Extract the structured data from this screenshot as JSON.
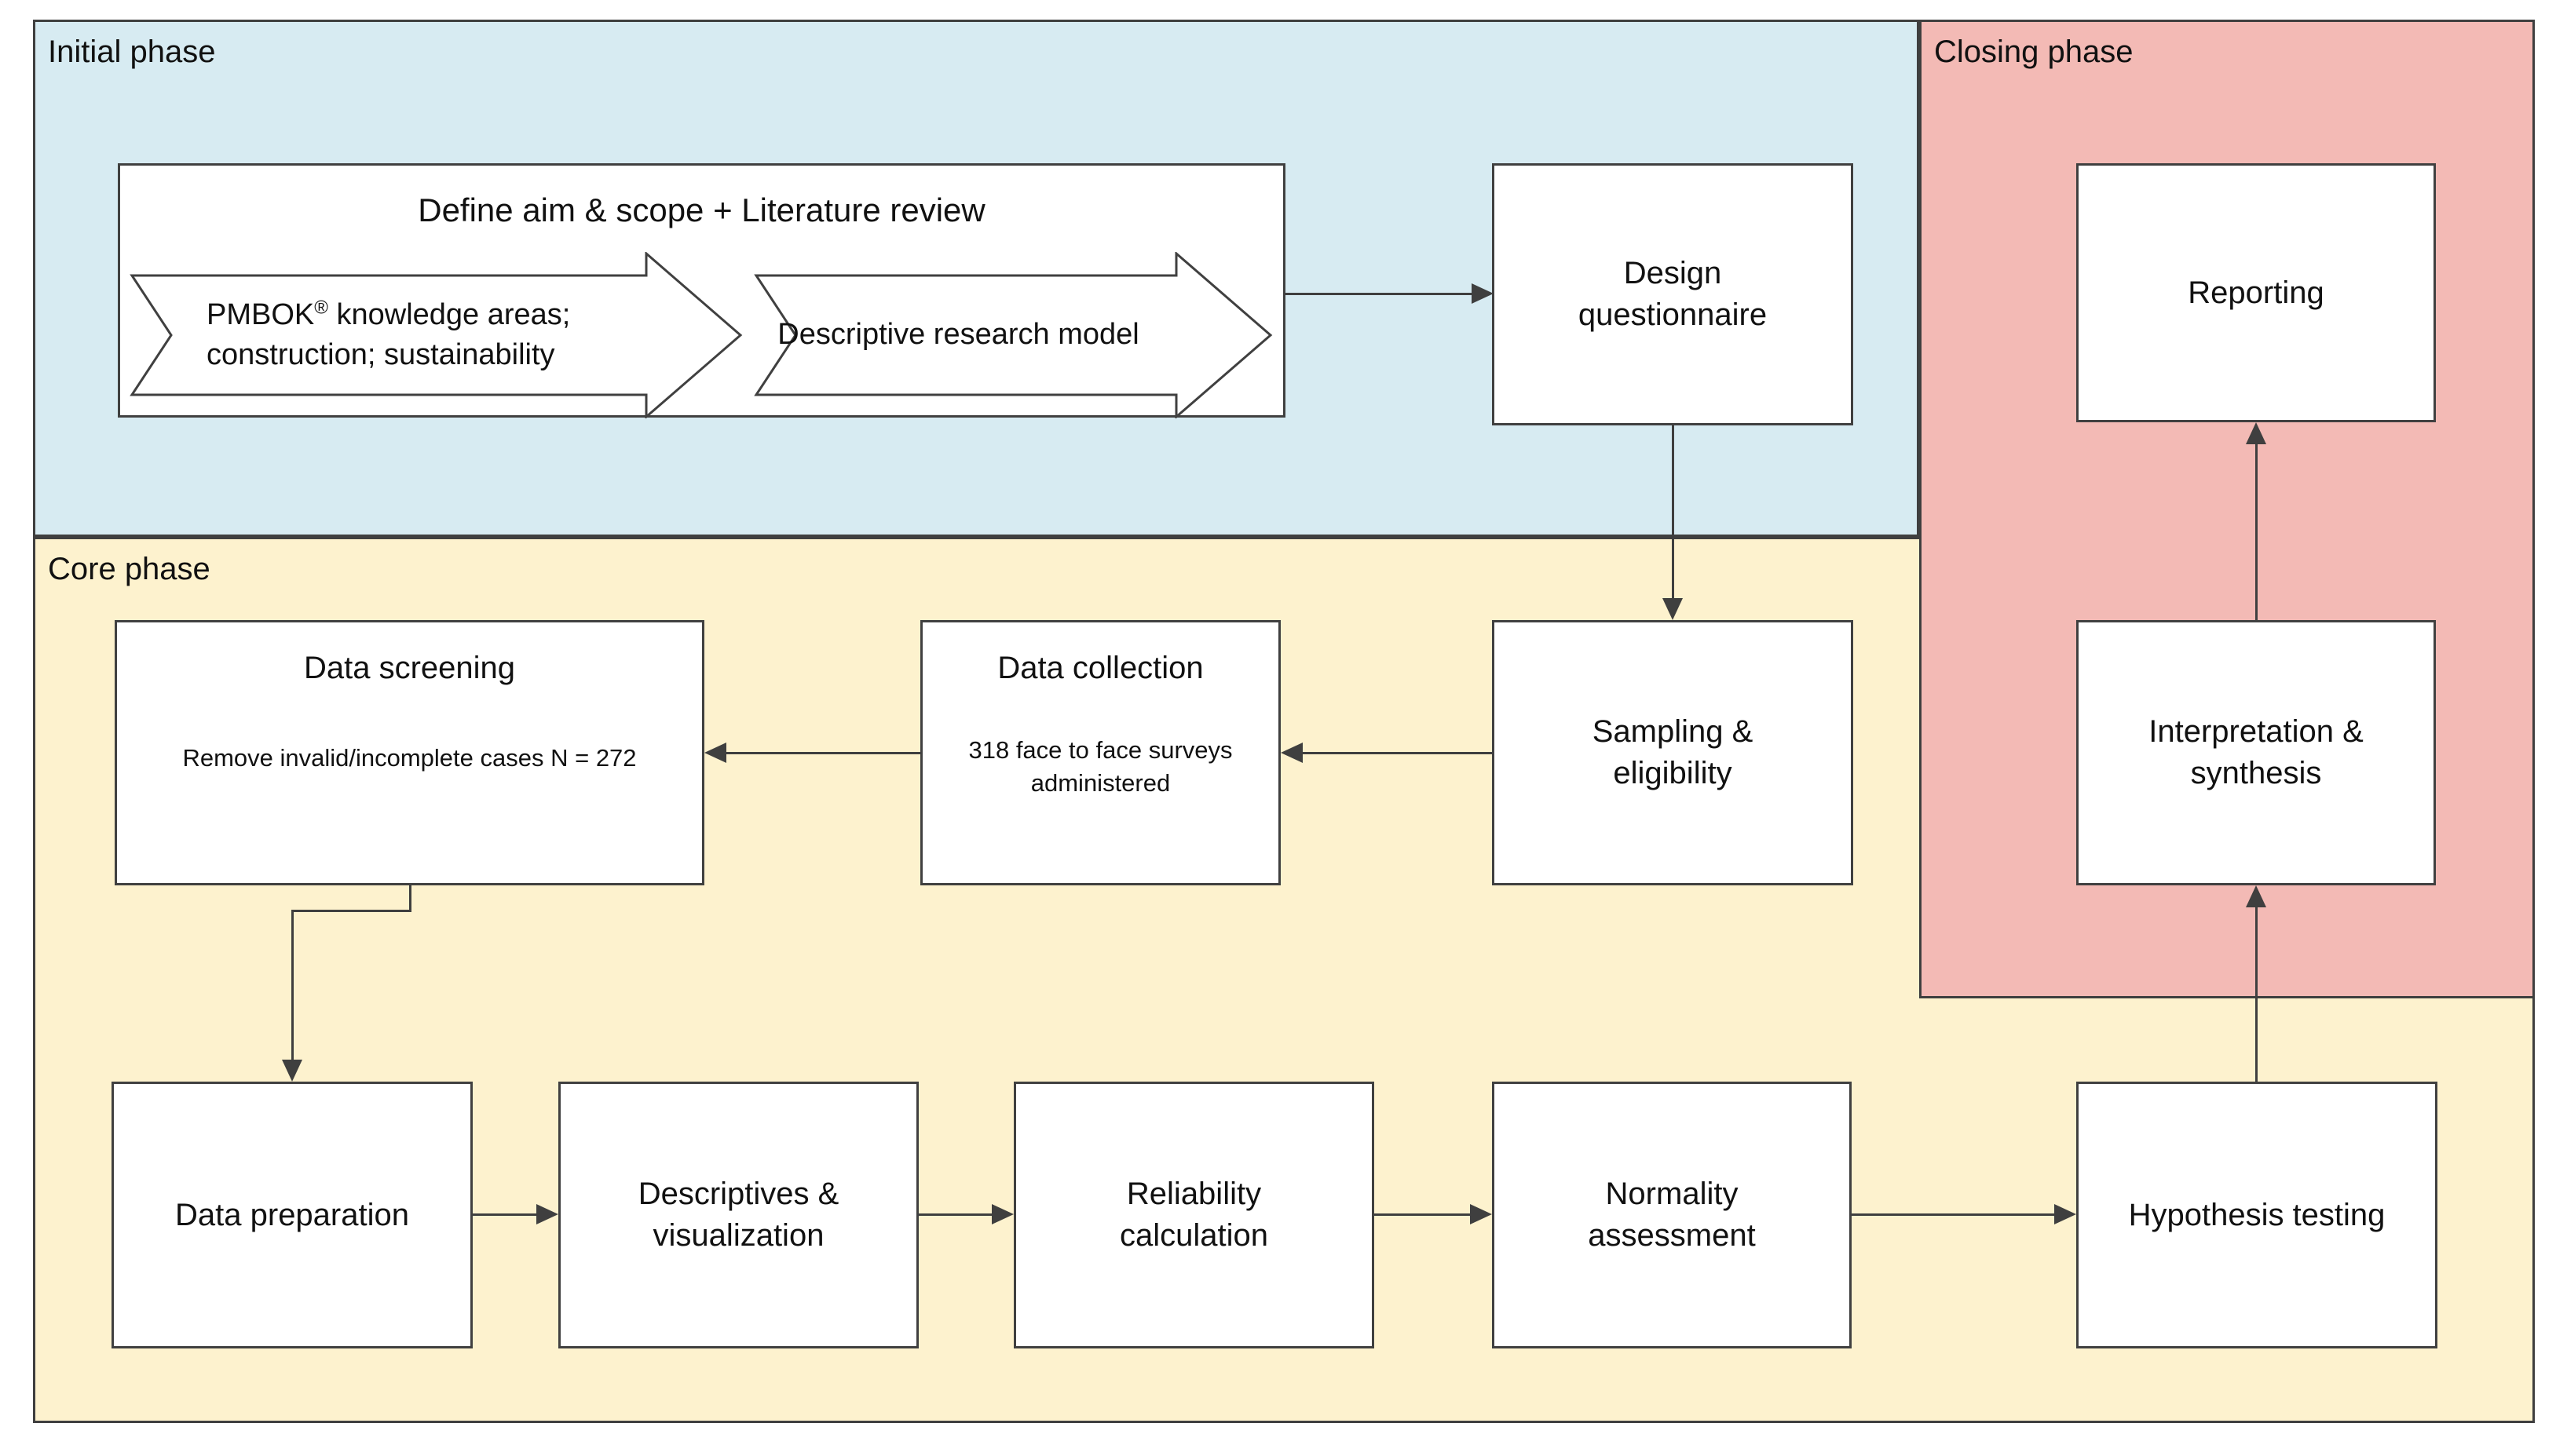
{
  "phases": {
    "initial": {
      "label": "Initial phase"
    },
    "core": {
      "label": "Core phase"
    },
    "closing": {
      "label": "Closing phase"
    }
  },
  "nodes": {
    "define": {
      "title": "Define aim & scope + Literature review",
      "chevron1": {
        "pre": "PMBOK",
        "sup": "®",
        "post": " knowledge areas; construction; sustainability"
      },
      "chevron2": {
        "label": "Descriptive research model"
      }
    },
    "design": {
      "label": "Design questionnaire"
    },
    "reporting": {
      "label": "Reporting"
    },
    "screening": {
      "title": "Data screening",
      "subtitle": "Remove invalid/incomplete cases N = 272"
    },
    "collection": {
      "title": "Data collection",
      "subtitle": "318 face to face surveys administered"
    },
    "sampling": {
      "label": "Sampling & eligibility"
    },
    "interpretation": {
      "label": "Interpretation & synthesis"
    },
    "preparation": {
      "label": "Data preparation"
    },
    "descriptives": {
      "label": "Descriptives & visualization"
    },
    "reliability": {
      "label": "Reliability calculation"
    },
    "normality": {
      "label": "Normality assessment"
    },
    "hypothesis": {
      "label": "Hypothesis testing"
    }
  },
  "colors": {
    "initial_bg": "#D7EBF2",
    "core_bg": "#FDF2CE",
    "closing_bg": "#F3BAB5",
    "node_bg": "#FFFFFF",
    "line": "#3F3F3F"
  }
}
